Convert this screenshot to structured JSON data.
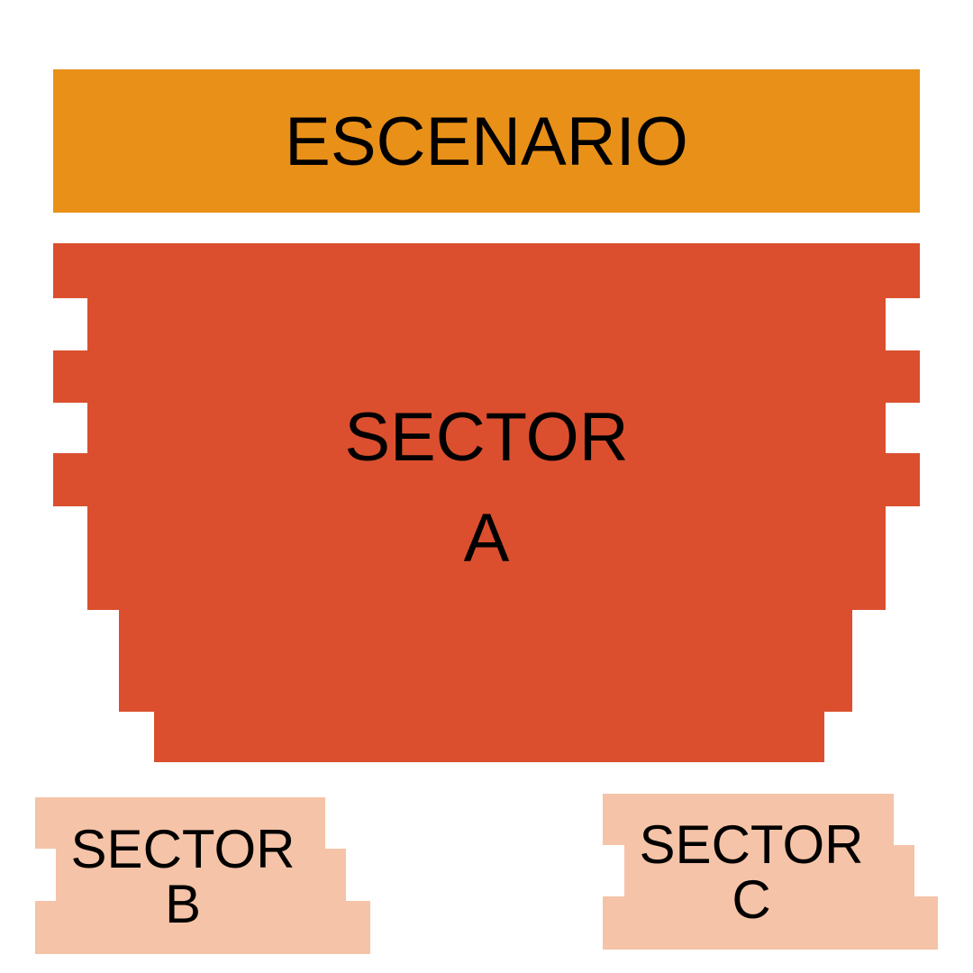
{
  "stage": {
    "label": "ESCENARIO",
    "color": "#E89018"
  },
  "sectors": {
    "a": {
      "line1": "SECTOR",
      "line2": "A",
      "color": "#DB4F2E"
    },
    "b": {
      "line1": "SECTOR",
      "line2": "B",
      "color": "#F5C3A7"
    },
    "c": {
      "line1": "SECTOR",
      "line2": "C",
      "color": "#F5C3A7"
    }
  }
}
